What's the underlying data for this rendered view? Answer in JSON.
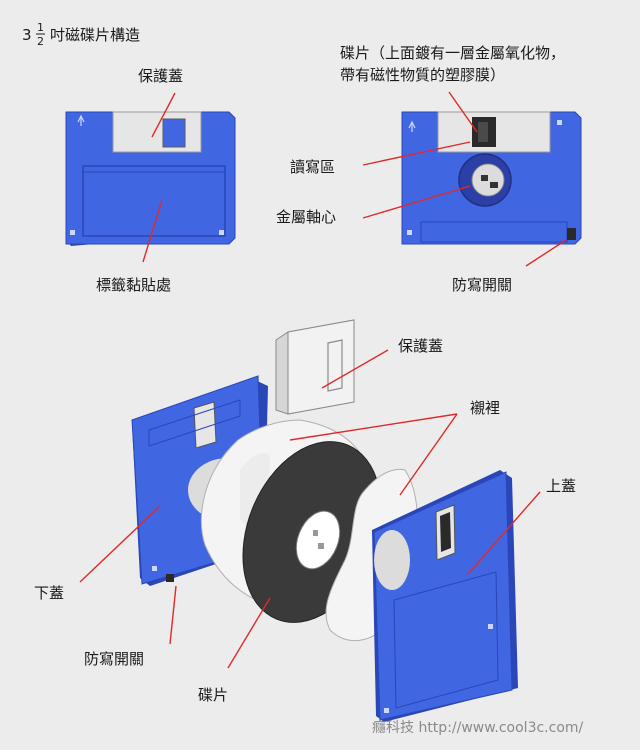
{
  "title": {
    "prefix": "3",
    "frac_num": "1",
    "frac_den": "2",
    "text": "吋磁碟片構造"
  },
  "labels": {
    "front_shutter": "保護蓋",
    "front_label_area": "標籤黏貼處",
    "back_disk": "碟片（上面鍍有一層金屬氧化物，",
    "back_disk_line2": "帶有磁性物質的塑膠膜）",
    "back_read_area": "讀寫區",
    "back_hub": "金屬軸心",
    "back_write_protect": "防寫開關",
    "exploded_shutter": "保護蓋",
    "exploded_liner": "襯裡",
    "exploded_top_cover": "上蓋",
    "exploded_bottom_cover": "下蓋",
    "exploded_write_protect": "防寫開關",
    "exploded_disk": "碟片"
  },
  "watermark": "癮科技 http://www.cool3c.com/",
  "colors": {
    "disk_blue": "#3f63e0",
    "disk_blue_dark": "#2a46b8",
    "shutter_silver": "#e6e6e6",
    "liner_white": "#f4f4f4",
    "media_black": "#3a3a3a",
    "callout_red": "#e02a2a",
    "background": "#ececec"
  }
}
